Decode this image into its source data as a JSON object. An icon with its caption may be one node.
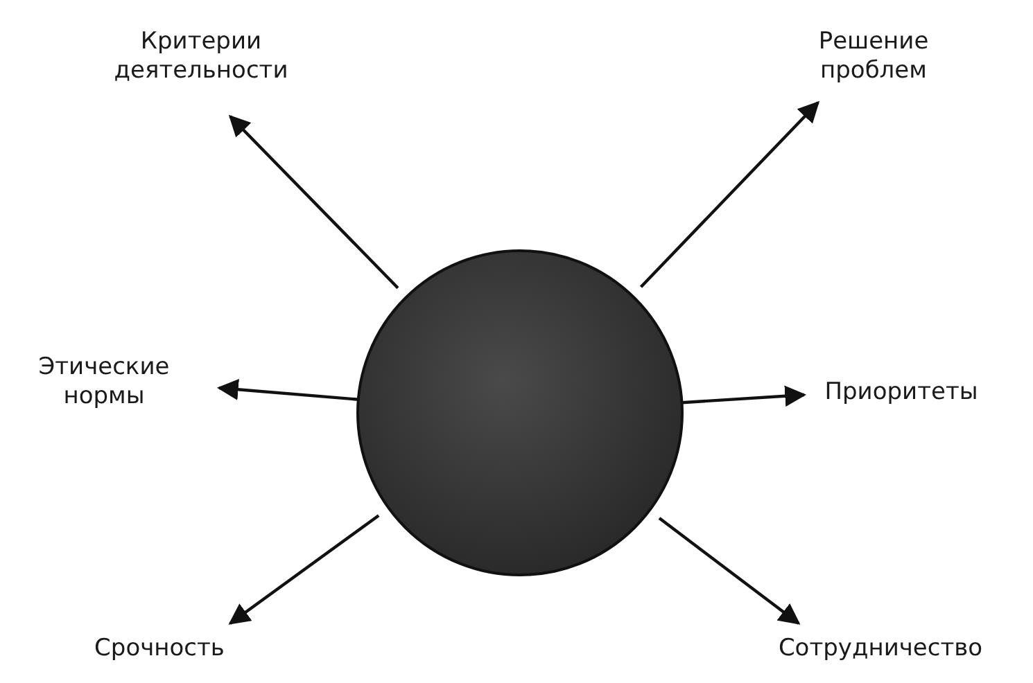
{
  "diagram": {
    "nodes": [
      {
        "text": [],
        "shape": "circle"
      },
      {
        "text": [
          "Критерии деятельности"
        ]
      },
      {
        "text": [
          "Решение проблем"
        ]
      },
      {
        "text": [
          "Этические нормы"
        ]
      },
      {
        "text": [
          "Приоритеты"
        ]
      },
      {
        "text": [
          "Срочность"
        ]
      },
      {
        "text": [
          "Сотрудничество"
        ]
      }
    ],
    "edges": [
      {
        "from": 0,
        "to": 1,
        "arrow": "to"
      },
      {
        "from": 0,
        "to": 2,
        "arrow": "to"
      },
      {
        "from": 0,
        "to": 3,
        "arrow": "to"
      },
      {
        "from": 0,
        "to": 4,
        "arrow": "to"
      },
      {
        "from": 0,
        "to": 5,
        "arrow": "to"
      },
      {
        "from": 0,
        "to": 6,
        "arrow": "to"
      }
    ]
  }
}
